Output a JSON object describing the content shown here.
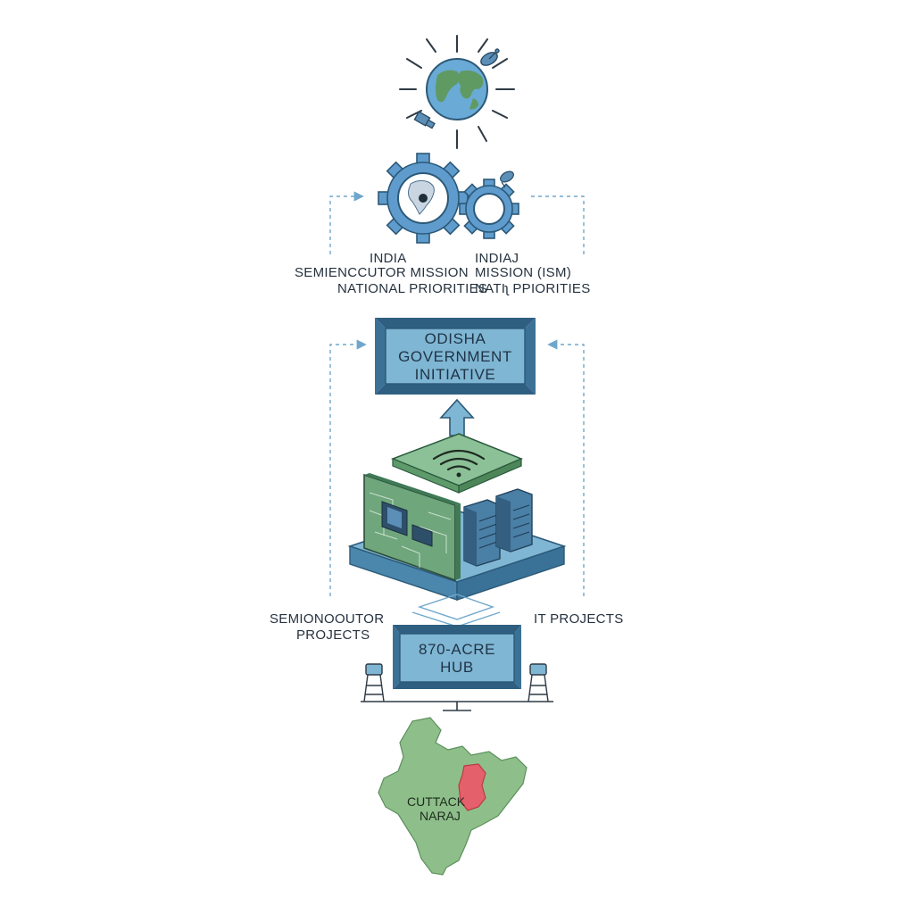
{
  "ism": {
    "left_lines": [
      "INDIA",
      "SEMIENCCUTOR MISSION",
      "NATIONAL PRIORITIES"
    ],
    "right_lines": [
      "INDIAJ",
      "MISSION (ISM)",
      "NATIʅ PPIORITIES"
    ]
  },
  "odisha_box": {
    "lines": [
      "ODISHA",
      "GOVERNMENT",
      "INITIATIVE"
    ]
  },
  "projects": {
    "left_lines": [
      "SEMIONOOUTOR",
      "PROJECTS"
    ],
    "right": "IT PROJECTS"
  },
  "hub_box": {
    "lines": [
      "870-ACRE",
      "HUB"
    ]
  },
  "map": {
    "lines": [
      "CUTTACK",
      "NARAJ"
    ]
  },
  "colors": {
    "box_fill": "#7fb6d3",
    "box_border": "#2c5978",
    "map_green": "#8ebf8a",
    "highlight_red": "#e4606a",
    "globe_blue": "#5b9ccc",
    "chip_green": "#8cc197",
    "gear_blue": "#5f9ccd"
  }
}
